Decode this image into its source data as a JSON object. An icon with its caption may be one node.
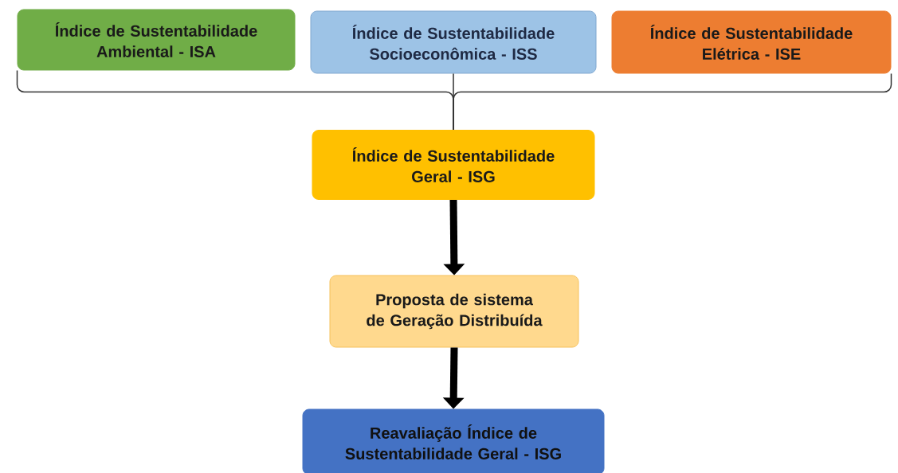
{
  "diagram": {
    "nodes": [
      {
        "text": [
          "Índice de Sustentabilidade Ambiental - ISA"
        ]
      },
      {
        "text": [
          "Índice de Sustentabilidade Socioeconômica - ISS"
        ]
      },
      {
        "text": [
          "Índice de Sustentabilidade Elétrica - ISE"
        ]
      },
      {
        "text": [
          "Índice de Sustentabilidade Geral - ISG"
        ]
      },
      {
        "text": [
          "Proposta de sistema de Geração Distribuída"
        ]
      },
      {
        "text": [
          "Reavaliação Índice de Sustentabilidade Geral - ISG"
        ]
      }
    ],
    "edges": [
      {
        "from": 0,
        "to": 3,
        "arrow": "none"
      },
      {
        "from": 1,
        "to": 3,
        "arrow": "none"
      },
      {
        "from": 2,
        "to": 3,
        "arrow": "none"
      },
      {
        "from": 3,
        "to": 4,
        "arrow": "to",
        "style": "thick"
      },
      {
        "from": 4,
        "to": 5,
        "arrow": "to",
        "style": "thick"
      }
    ]
  }
}
